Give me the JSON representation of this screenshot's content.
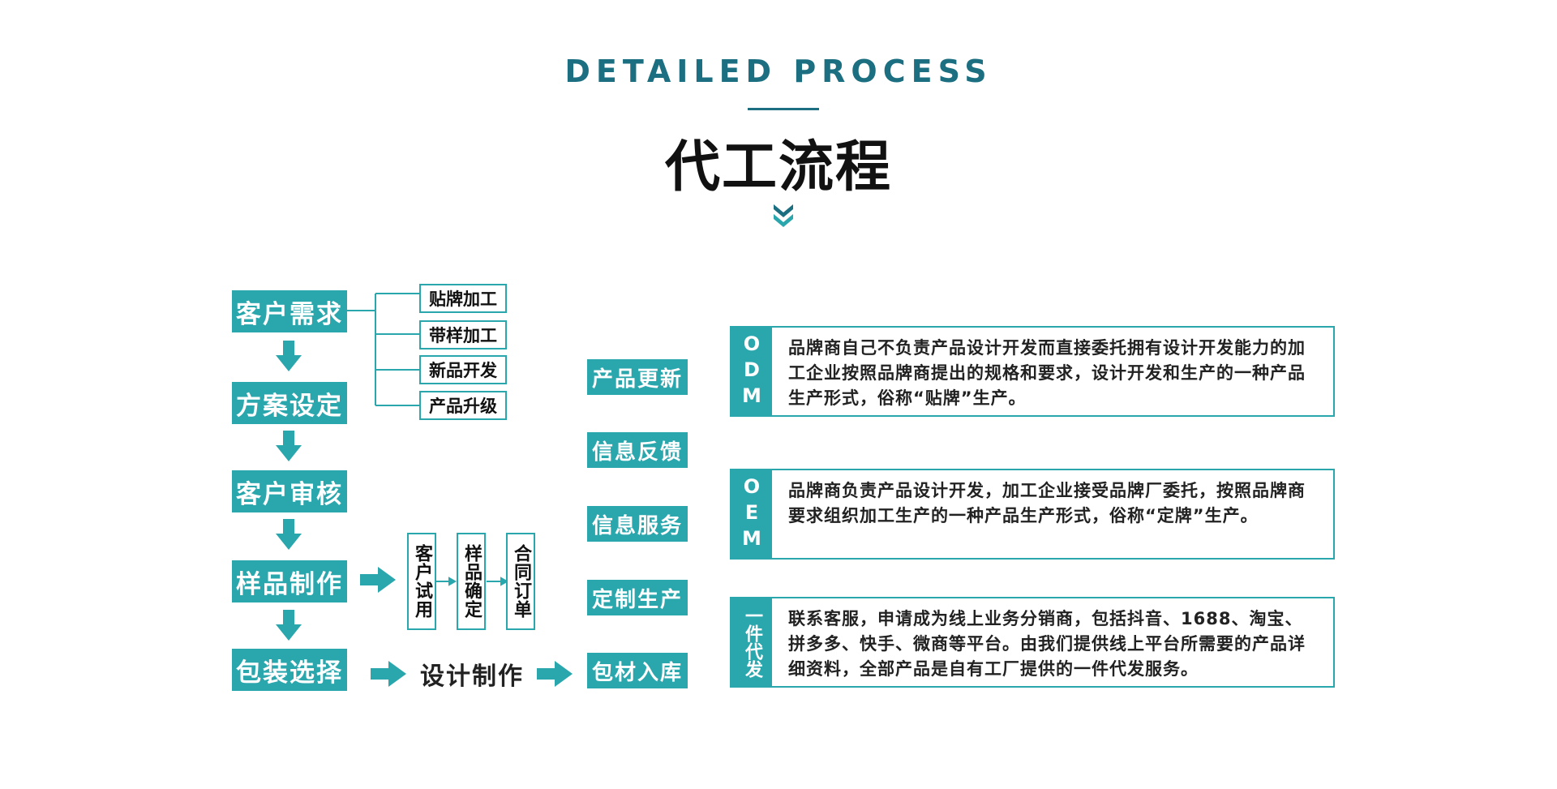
{
  "header": {
    "title_en": "DETAILED PROCESS",
    "title_cn": "代工流程",
    "chevron_icon": "double-chevron-down-icon"
  },
  "colors": {
    "accent": "#2aa6ad",
    "heading": "#1b6f80"
  },
  "flow": {
    "steps": [
      "客户需求",
      "方案设定",
      "客户审核",
      "样品制作",
      "包装选择"
    ],
    "options": [
      "贴牌加工",
      "带样加工",
      "新品开发",
      "产品升级"
    ],
    "sample_steps": [
      "客户试用",
      "样品确定",
      "合同订单"
    ],
    "design_label": "设计制作"
  },
  "middle": [
    "产品更新",
    "信息反馈",
    "信息服务",
    "定制生产",
    "包材入库"
  ],
  "cards": [
    {
      "tag": "ODM",
      "text": "品牌商自己不负责产品设计开发而直接委托拥有设计开发能力的加工企业按照品牌商提出的规格和要求，设计开发和生产的一种产品生产形式，俗称“贴牌”生产。"
    },
    {
      "tag": "OEM",
      "text": "品牌商负责产品设计开发，加工企业接受品牌厂委托，按照品牌商要求组织加工生产的一种产品生产形式，俗称“定牌”生产。"
    },
    {
      "tag": "一件代发",
      "text": "联系客服，申请成为线上业务分销商，包括抖音、1688、淘宝、拼多多、快手、微商等平台。由我们提供线上平台所需要的产品详细资料，全部产品是自有工厂提供的一件代发服务。"
    }
  ]
}
